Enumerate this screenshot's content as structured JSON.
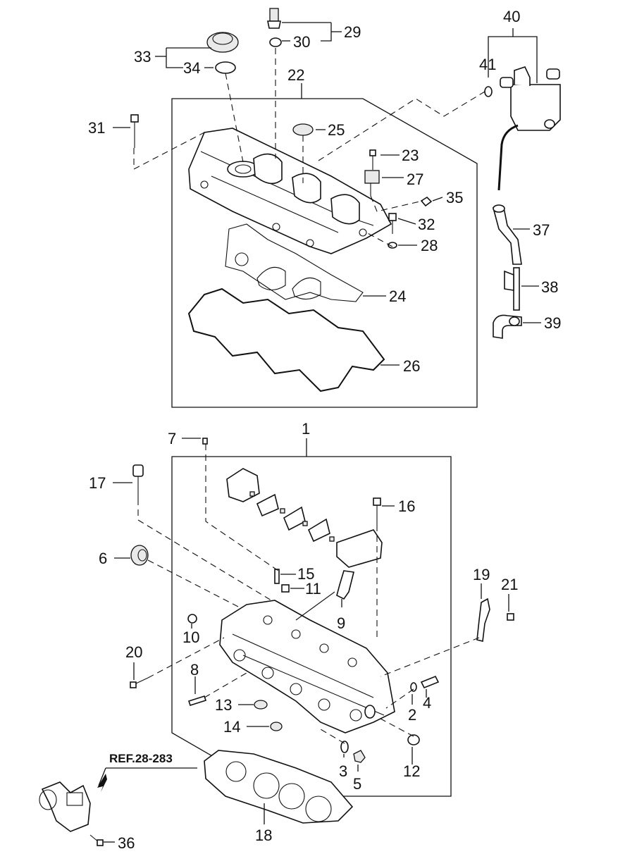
{
  "labels": {
    "p1": "1",
    "p2": "2",
    "p3": "3",
    "p4": "4",
    "p5": "5",
    "p6": "6",
    "p7": "7",
    "p8": "8",
    "p9": "9",
    "p10": "10",
    "p11": "11",
    "p12": "12",
    "p13": "13",
    "p14": "14",
    "p15": "15",
    "p16": "16",
    "p17": "17",
    "p18": "18",
    "p19": "19",
    "p20": "20",
    "p21": "21",
    "p22": "22",
    "p23": "23",
    "p24": "24",
    "p25": "25",
    "p26": "26",
    "p27": "27",
    "p28": "28",
    "p29": "29",
    "p30": "30",
    "p31": "31",
    "p32": "32",
    "p33": "33",
    "p34": "34",
    "p35": "35",
    "p36": "36",
    "p37": "37",
    "p38": "38",
    "p39": "39",
    "p40": "40",
    "p41": "41"
  },
  "reference": "REF.28-283"
}
